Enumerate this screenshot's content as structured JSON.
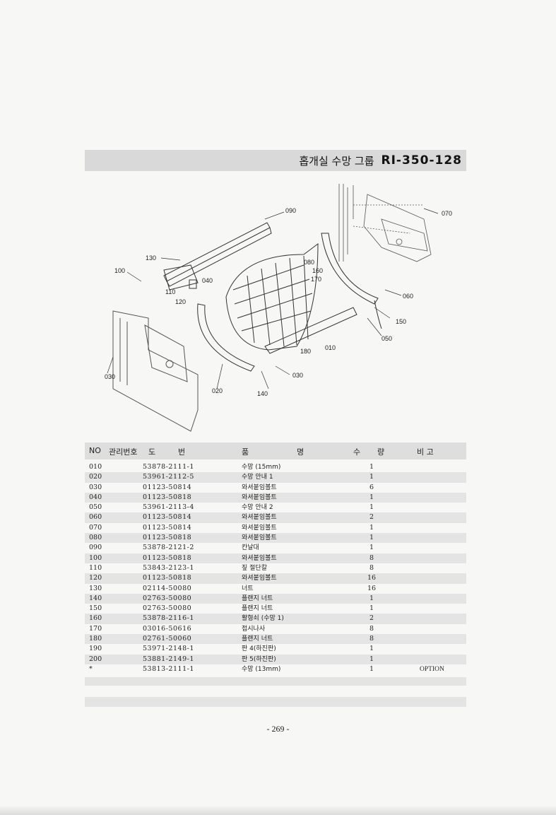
{
  "header": {
    "title_ko": "홉개실 수망 그룹",
    "code": "RI-350-128"
  },
  "diagram": {
    "callouts": [
      "090",
      "070",
      "130",
      "100",
      "080",
      "160",
      "170",
      "040",
      "110",
      "120",
      "060",
      "150",
      "050",
      "010",
      "180",
      "030",
      "030",
      "020",
      "140"
    ]
  },
  "table": {
    "headers": {
      "no": "NO",
      "mgmt": "관리번호",
      "dwg1": "도",
      "dwg2": "번",
      "name1": "품",
      "name2": "명",
      "qty1": "수",
      "qty2": "량",
      "note": "비 고"
    },
    "rows": [
      {
        "no": "010",
        "dwg": "53878-2111-1",
        "name": "수망 (15mm)",
        "qty": "1",
        "note": ""
      },
      {
        "no": "020",
        "dwg": "53961-2112-5",
        "name": "수망 안내 1",
        "qty": "1",
        "note": ""
      },
      {
        "no": "030",
        "dwg": "01123-50814",
        "name": "와셔붙임볼트",
        "qty": "6",
        "note": ""
      },
      {
        "no": "040",
        "dwg": "01123-50818",
        "name": "와셔붙임볼트",
        "qty": "1",
        "note": ""
      },
      {
        "no": "050",
        "dwg": "53961-2113-4",
        "name": "수망 안내 2",
        "qty": "1",
        "note": ""
      },
      {
        "no": "060",
        "dwg": "01123-50814",
        "name": "와셔붙임볼트",
        "qty": "2",
        "note": ""
      },
      {
        "no": "070",
        "dwg": "01123-50814",
        "name": "와셔붙임볼트",
        "qty": "1",
        "note": ""
      },
      {
        "no": "080",
        "dwg": "01123-50818",
        "name": "와셔붙임볼트",
        "qty": "1",
        "note": ""
      },
      {
        "no": "090",
        "dwg": "53878-2121-2",
        "name": "칸날대",
        "qty": "1",
        "note": ""
      },
      {
        "no": "100",
        "dwg": "01123-50818",
        "name": "와셔붙임볼트",
        "qty": "8",
        "note": ""
      },
      {
        "no": "110",
        "dwg": "53843-2123-1",
        "name": "짚 절단칼",
        "qty": "8",
        "note": ""
      },
      {
        "no": "120",
        "dwg": "01123-50818",
        "name": "와셔붙임볼트",
        "qty": "16",
        "note": ""
      },
      {
        "no": "130",
        "dwg": "02114-50080",
        "name": "너트",
        "qty": "16",
        "note": ""
      },
      {
        "no": "140",
        "dwg": "02763-50080",
        "name": "플랜지 너트",
        "qty": "1",
        "note": ""
      },
      {
        "no": "150",
        "dwg": "02763-50080",
        "name": "플랜지 너트",
        "qty": "1",
        "note": ""
      },
      {
        "no": "160",
        "dwg": "53878-2116-1",
        "name": "활형쇠 (수망 1)",
        "qty": "2",
        "note": ""
      },
      {
        "no": "170",
        "dwg": "03016-50616",
        "name": "접시나사",
        "qty": "8",
        "note": ""
      },
      {
        "no": "180",
        "dwg": "02761-50060",
        "name": "플랜지 너트",
        "qty": "8",
        "note": ""
      },
      {
        "no": "190",
        "dwg": "53971-2148-1",
        "name": "판 4(하진판)",
        "qty": "1",
        "note": ""
      },
      {
        "no": "200",
        "dwg": "53881-2149-1",
        "name": "판 5(하진판)",
        "qty": "1",
        "note": ""
      },
      {
        "no": "*",
        "dwg": "53813-2111-1",
        "name": "수망 (13mm)",
        "qty": "1",
        "note": "OPTION"
      }
    ]
  },
  "footer": {
    "page_number": "- 269 -"
  }
}
